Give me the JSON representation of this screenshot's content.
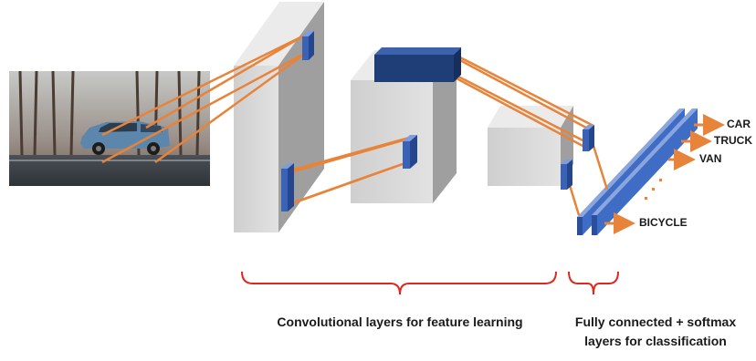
{
  "diagram": {
    "output_classes": [
      "CAR",
      "TRUCK",
      "VAN",
      "BICYCLE"
    ],
    "captions": {
      "conv": "Convolutional layers for feature learning",
      "fc_line1": "Fully connected + softmax",
      "fc_line2": "layers for classification"
    },
    "colors": {
      "connector": "#e8833a",
      "kernel": "#3a63b5",
      "kernel_dark": "#1f3e78",
      "block_front": "#d2d2d2",
      "block_side": "#9e9e9e",
      "block_top": "#eaeaea",
      "bracket": "#e0261f",
      "text": "#1a1a1a"
    }
  }
}
